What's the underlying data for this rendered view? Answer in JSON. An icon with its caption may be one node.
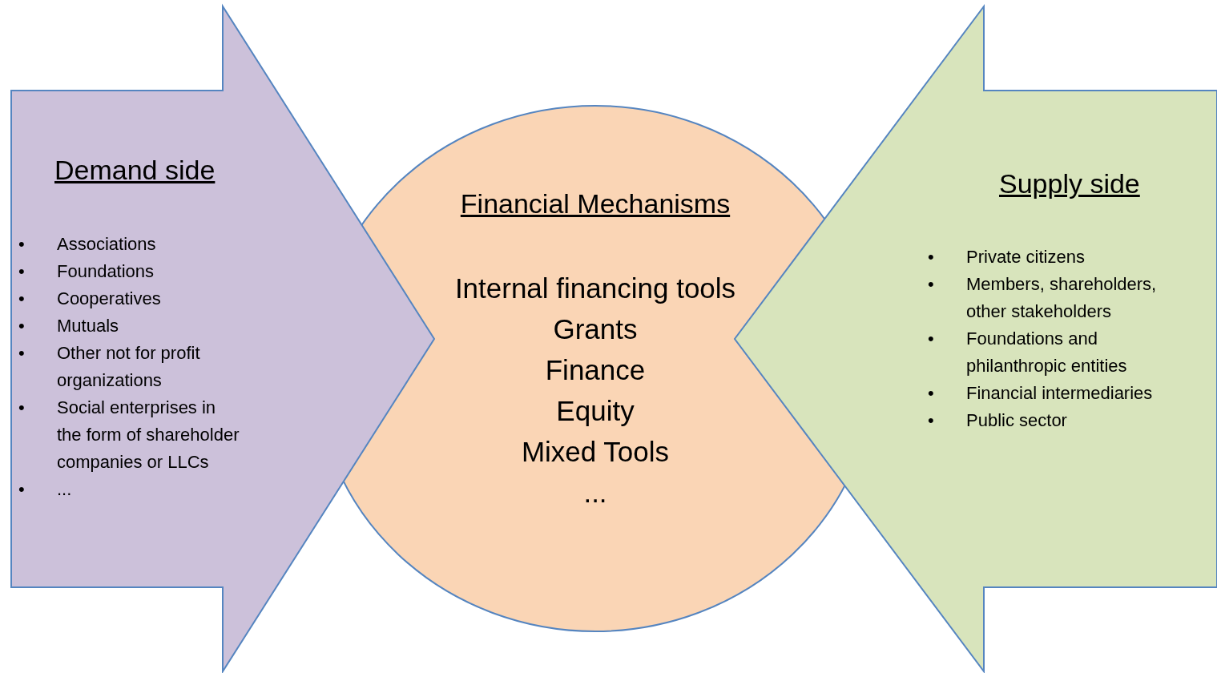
{
  "diagram": {
    "nodes": [
      {
        "text": [
          "Demand side",
          "Associations",
          "Foundations",
          "Cooperatives",
          "Mutuals",
          "Other not for profit organizations",
          "Social enterprises in the form of shareholder companies or LLCs",
          "..."
        ]
      },
      {
        "text": [
          "Financial Mechanisms",
          "Internal financing tools",
          "Grants",
          "Finance",
          "Equity",
          "Mixed Tools",
          "..."
        ]
      },
      {
        "text": [
          "Supply side",
          "Private citizens",
          "Members, shareholders, other stakeholders",
          "Foundations and philanthropic entities",
          "Financial intermediaries",
          "Public sector"
        ]
      }
    ],
    "labels": [
      "•",
      "•",
      "•",
      "•",
      "•",
      "•",
      "•",
      "•",
      "•",
      "•",
      "•",
      "•"
    ]
  }
}
